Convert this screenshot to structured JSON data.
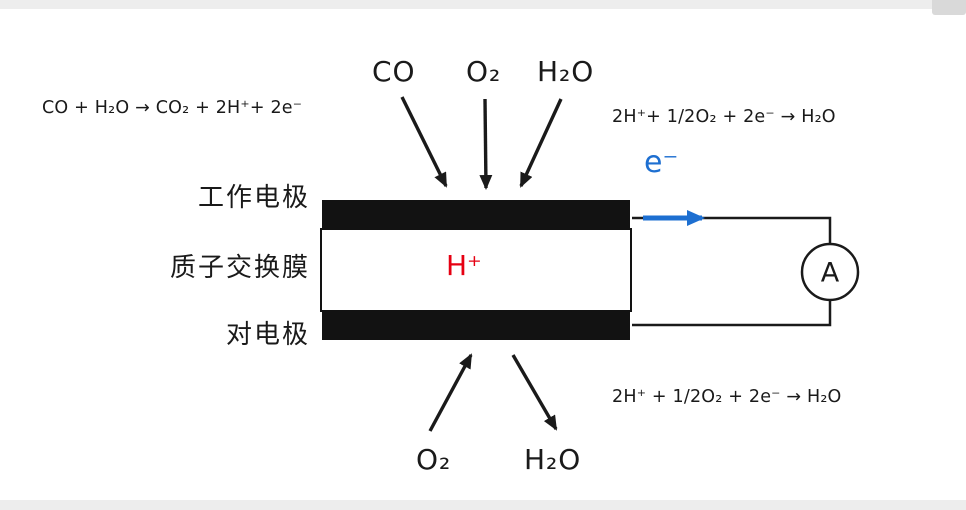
{
  "colors": {
    "bg": "#ffffff",
    "ink": "#1a1a1a",
    "electrode": "#121212",
    "red": "#e60012",
    "blue": "#1d6fd1",
    "band": "#ededed",
    "tab": "#d9d9d9"
  },
  "reactions": {
    "anode": "CO + H₂O → CO₂ + 2H⁺+ 2e⁻",
    "cathode_top": "2H⁺+ 1/2O₂ + 2e⁻ → H₂O",
    "cathode_bottom": "2H⁺ + 1/2O₂ + 2e⁻ → H₂O"
  },
  "top_gases": {
    "co": "CO",
    "o2": "O₂",
    "h2o": "H₂O"
  },
  "bottom_species": {
    "o2": "O₂",
    "h2o": "H₂O"
  },
  "labels": {
    "working_electrode": "工作电极",
    "membrane": "质子交换膜",
    "counter_electrode": "对电极",
    "electron": "e⁻",
    "proton": "H⁺",
    "ammeter": "A"
  }
}
